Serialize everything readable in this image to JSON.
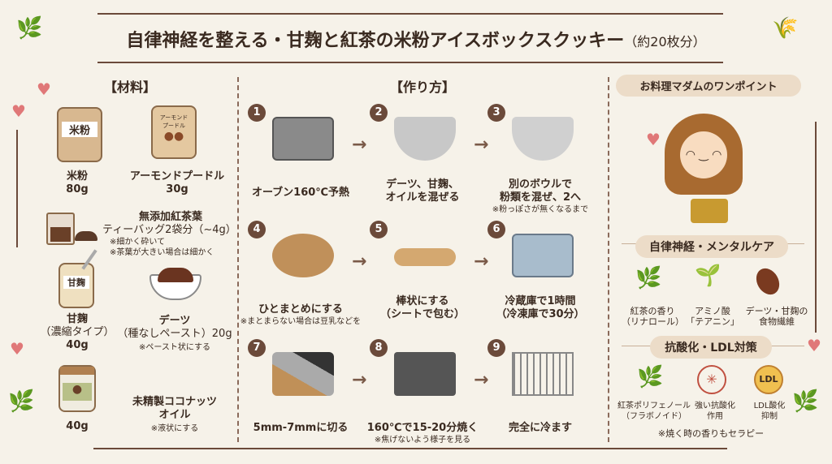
{
  "title": {
    "main": "自律神経を整える・甘麹と紅茶の米粉アイスボックスクッキー",
    "sub": "（約20枚分）"
  },
  "ingredients": {
    "heading": "【材料】",
    "items": [
      {
        "name": "米粉",
        "amount": "80g",
        "label": "米粉"
      },
      {
        "name": "アーモンドプードル",
        "amount": "30g",
        "label": "アーモンド\nプードル"
      },
      {
        "name": "無添加紅茶葉",
        "amount": "ティーバッグ2袋分（~4g）",
        "notes": [
          "※細かく砕いて",
          "※茶葉が大きい場合は細かく"
        ]
      },
      {
        "name": "甘麹",
        "sub": "（濃縮タイプ）",
        "amount": "40g",
        "label": "甘麹"
      },
      {
        "name": "デーツ",
        "amount": "（種なしペースト）20g",
        "notes": [
          "※ペースト状にする"
        ]
      },
      {
        "name": "未精製ココナッツ",
        "name2": "オイル",
        "amount": "40g",
        "notes": [
          "※液状にする"
        ]
      }
    ]
  },
  "steps": {
    "heading": "【作り方】",
    "items": [
      {
        "num": "1",
        "text": [
          "オーブン160℃予熱"
        ],
        "note": ""
      },
      {
        "num": "2",
        "text": [
          "デーツ、甘麹、",
          "オイルを混ぜる"
        ],
        "note": ""
      },
      {
        "num": "3",
        "text": [
          "別のボウルで",
          "粉類を混ぜ、2へ"
        ],
        "note": "※粉っぽさが無くなるまで"
      },
      {
        "num": "4",
        "text": [
          "ひとまとめにする"
        ],
        "note": "※まとまらない場合は豆乳などを"
      },
      {
        "num": "5",
        "text": [
          "棒状にする",
          "（シートで包む）"
        ],
        "note": ""
      },
      {
        "num": "6",
        "text": [
          "冷蔵庫で1時間",
          "（冷凍庫で30分）"
        ],
        "note": ""
      },
      {
        "num": "7",
        "text": [
          "5mm-7mmに切る"
        ],
        "note": ""
      },
      {
        "num": "8",
        "text": [
          "160℃で15-20分焼く"
        ],
        "note": "※焦げないよう様子を見る"
      },
      {
        "num": "9",
        "text": [
          "完全に冷ます"
        ],
        "note": ""
      }
    ]
  },
  "advice": {
    "heading": "お料理マダムのワンポイント",
    "section1": {
      "title": "自律神経・メンタルケア",
      "items": [
        [
          "紅茶の香り",
          "（リナロール）"
        ],
        [
          "アミノ酸",
          "「テアニン」"
        ],
        [
          "デーツ・甘麹の",
          "食物繊維"
        ]
      ]
    },
    "section2": {
      "title": "抗酸化・LDL対策",
      "items": [
        [
          "紅茶ポリフェノール",
          "（フラボノイド）"
        ],
        [
          "強い抗酸化",
          "作用"
        ],
        [
          "LDL酸化",
          "抑制"
        ]
      ],
      "badge": "LDL"
    },
    "footer": "※焼く時の香りもセラピー"
  }
}
